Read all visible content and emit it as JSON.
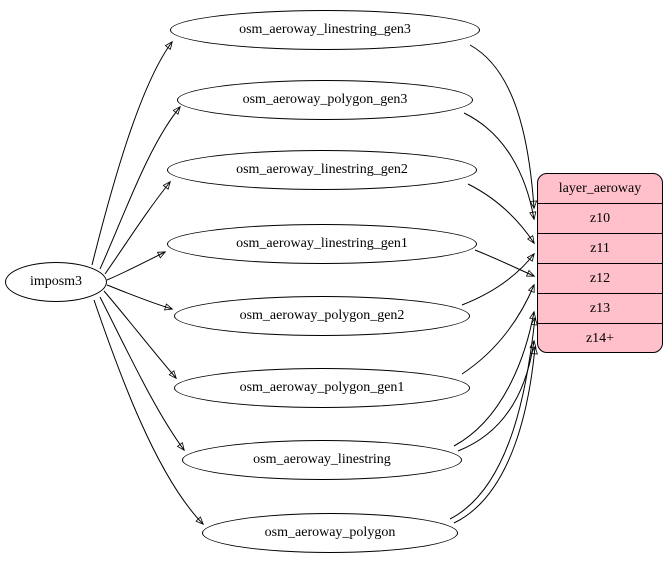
{
  "diagram": {
    "source_node": {
      "label": "imposm3"
    },
    "tables": [
      {
        "label": "osm_aeroway_linestring_gen3"
      },
      {
        "label": "osm_aeroway_polygon_gen3"
      },
      {
        "label": "osm_aeroway_linestring_gen2"
      },
      {
        "label": "osm_aeroway_linestring_gen1"
      },
      {
        "label": "osm_aeroway_polygon_gen2"
      },
      {
        "label": "osm_aeroway_polygon_gen1"
      },
      {
        "label": "osm_aeroway_linestring"
      },
      {
        "label": "osm_aeroway_polygon"
      }
    ],
    "layer": {
      "title": "layer_aeroway",
      "zoom_rows": [
        "z10",
        "z11",
        "z12",
        "z13",
        "z14+"
      ],
      "fill_color": "#ffc0cb",
      "border_color": "#000000"
    },
    "edges": [
      {
        "from": "imposm3",
        "to": "osm_aeroway_linestring_gen3"
      },
      {
        "from": "imposm3",
        "to": "osm_aeroway_polygon_gen3"
      },
      {
        "from": "imposm3",
        "to": "osm_aeroway_linestring_gen2"
      },
      {
        "from": "imposm3",
        "to": "osm_aeroway_linestring_gen1"
      },
      {
        "from": "imposm3",
        "to": "osm_aeroway_polygon_gen2"
      },
      {
        "from": "imposm3",
        "to": "osm_aeroway_polygon_gen1"
      },
      {
        "from": "imposm3",
        "to": "osm_aeroway_linestring"
      },
      {
        "from": "imposm3",
        "to": "osm_aeroway_polygon"
      },
      {
        "from": "osm_aeroway_linestring_gen3",
        "to": "z10"
      },
      {
        "from": "osm_aeroway_polygon_gen3",
        "to": "z10"
      },
      {
        "from": "osm_aeroway_linestring_gen2",
        "to": "z11"
      },
      {
        "from": "osm_aeroway_polygon_gen2",
        "to": "z11"
      },
      {
        "from": "osm_aeroway_linestring_gen1",
        "to": "z12"
      },
      {
        "from": "osm_aeroway_polygon_gen1",
        "to": "z12"
      },
      {
        "from": "osm_aeroway_linestring",
        "to": "z13"
      },
      {
        "from": "osm_aeroway_linestring",
        "to": "z14+"
      },
      {
        "from": "osm_aeroway_polygon",
        "to": "z13"
      },
      {
        "from": "osm_aeroway_polygon",
        "to": "z14+"
      }
    ]
  }
}
